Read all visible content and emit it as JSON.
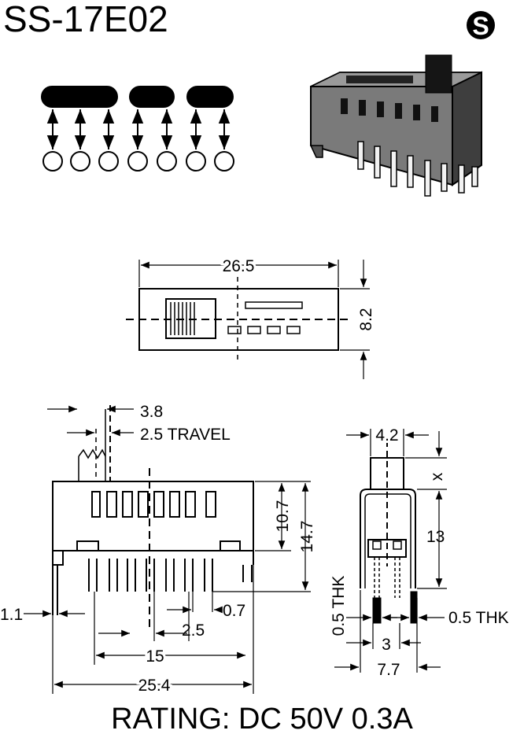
{
  "title": "SS-17E02",
  "certification_mark": {
    "letter": "S"
  },
  "schematic": {
    "contact_groups": 3,
    "terminals": 7
  },
  "dimensions": {
    "top_width": "26.5",
    "top_height": "8.2",
    "actuator_width": "3.8",
    "travel": "2.5 TRAVEL",
    "body_height_inner": "10.7",
    "body_height_total": "14.7",
    "offset_left": "1.1",
    "pin_width": "0.7",
    "pitch": "2.5",
    "span_inner": "15",
    "span_total": "25.4",
    "side_top_width": "4.2",
    "side_unknown": "x",
    "side_height": "13",
    "thk_left": "0.5 THK",
    "thk_right": "0.5 THK",
    "pin_spacing": "3",
    "side_width": "7.7"
  },
  "rating": "RATING: DC 50V 0.3A"
}
